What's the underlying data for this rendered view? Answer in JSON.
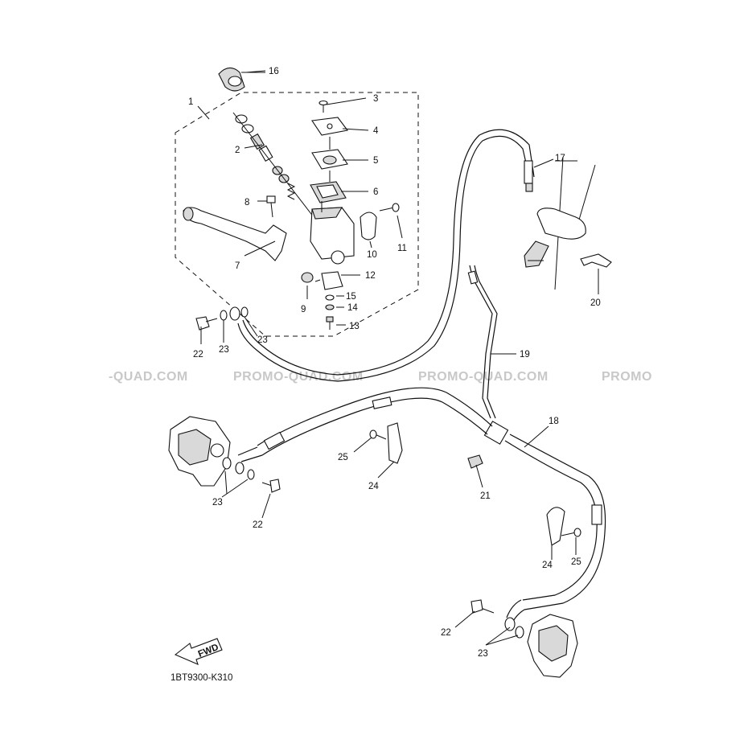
{
  "diagram": {
    "code": "1BT9300-K310",
    "fwd_text": "FWD",
    "watermark": [
      "-QUAD.COM",
      "PROMO-QUAD.COM",
      "PROMO-QUAD.COM",
      "PROMO"
    ],
    "callouts": [
      "1",
      "2",
      "3",
      "4",
      "5",
      "6",
      "7",
      "8",
      "9",
      "10",
      "11",
      "12",
      "13",
      "14",
      "15",
      "16",
      "17",
      "18",
      "19",
      "20",
      "21",
      "22",
      "23",
      "24",
      "25"
    ],
    "extra_callouts": [
      "22",
      "23",
      "23",
      "22",
      "23",
      "24",
      "25",
      "22",
      "23",
      "24",
      "25"
    ]
  }
}
